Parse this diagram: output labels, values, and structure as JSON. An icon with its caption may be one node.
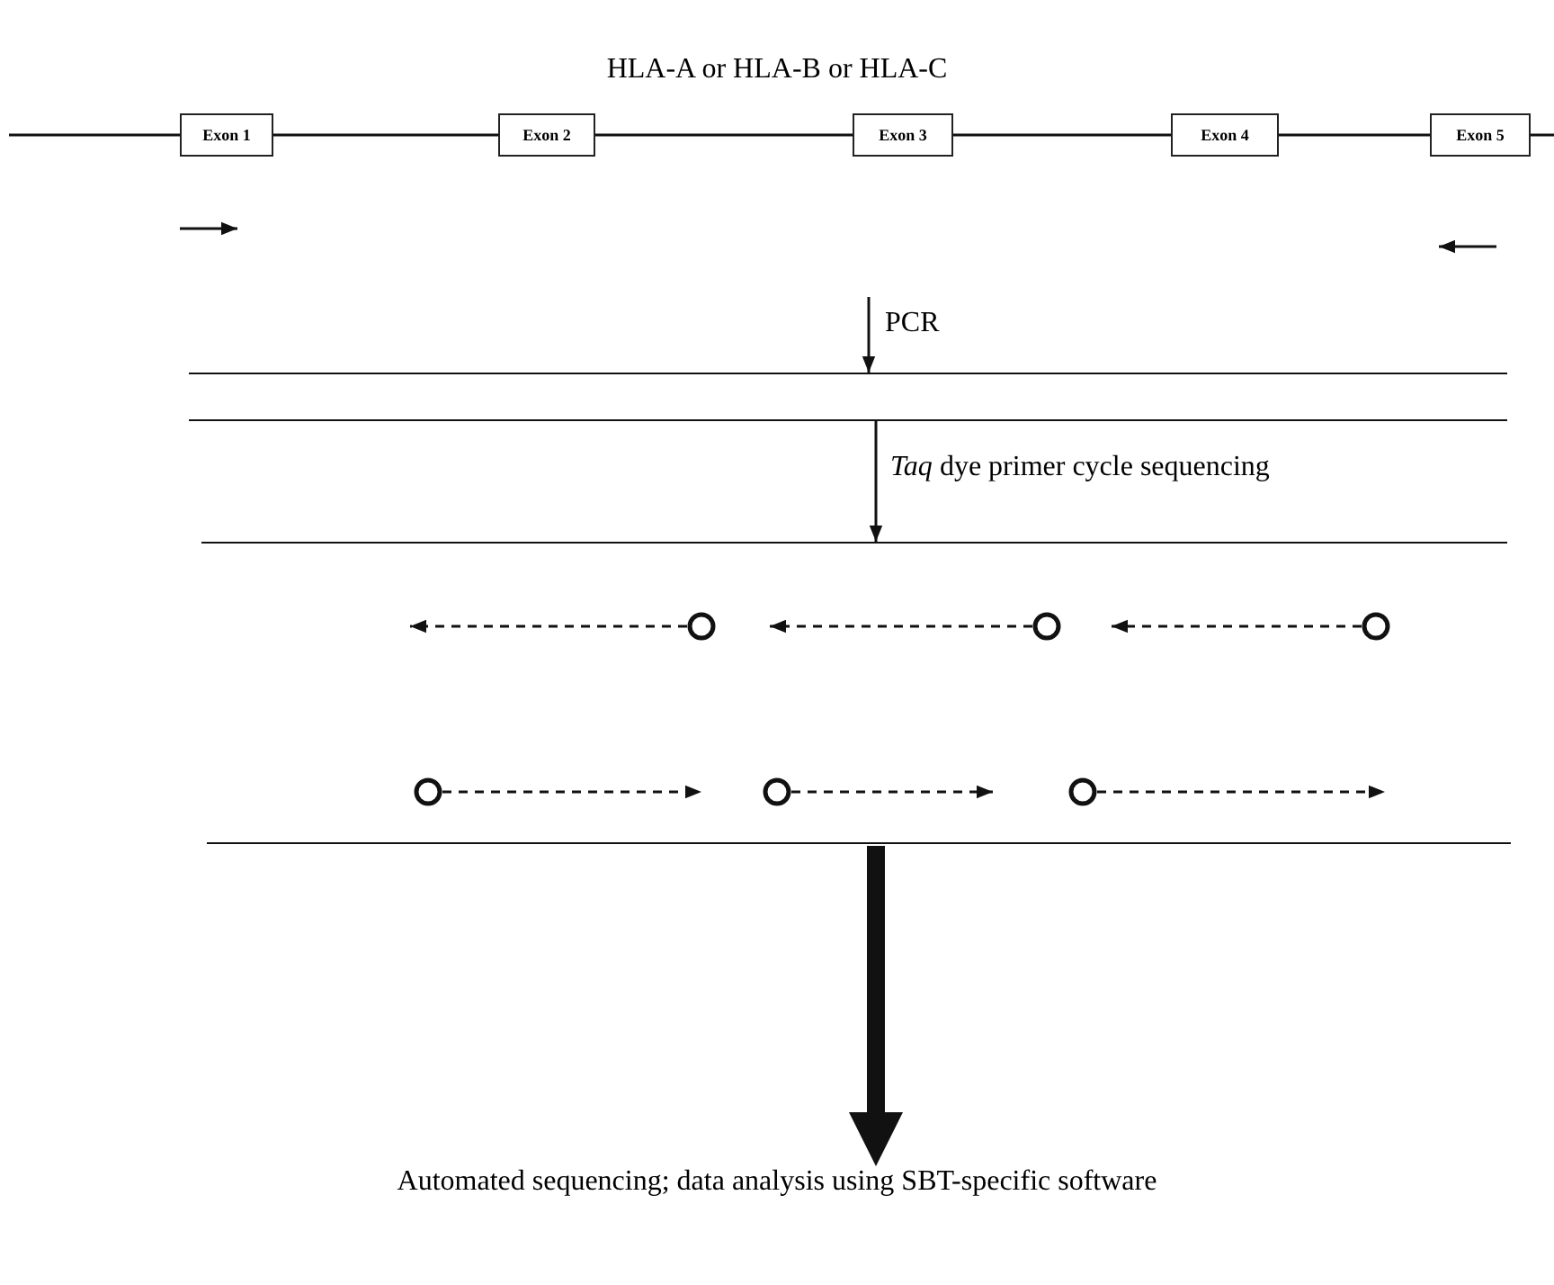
{
  "diagram": {
    "title": "HLA-A or HLA-B or HLA-C",
    "nodes": [
      {
        "text": [
          "Exon 1"
        ]
      },
      {
        "text": [
          "Exon 2"
        ]
      },
      {
        "text": [
          "Exon 3"
        ]
      },
      {
        "text": [
          "Exon 4"
        ]
      },
      {
        "text": [
          "Exon 5"
        ]
      },
      {
        "text": [],
        "shape": "bar"
      },
      {
        "text": [],
        "shape": "bar"
      },
      {
        "text": [],
        "shape": "circle"
      },
      {
        "text": [],
        "shape": "circle"
      },
      {
        "text": [],
        "shape": "circle"
      },
      {
        "text": [],
        "shape": "circle"
      },
      {
        "text": [],
        "shape": "circle"
      },
      {
        "text": [],
        "shape": "circle"
      },
      {
        "text": [],
        "shape": "bar"
      },
      {
        "text": [
          "Automated sequencing; data analysis using SBT-specific software"
        ]
      }
    ],
    "edges": [
      {
        "from": null,
        "to": 0,
        "arrow": "none"
      },
      {
        "from": 0,
        "to": 1,
        "arrow": "none"
      },
      {
        "from": 1,
        "to": 2,
        "arrow": "none"
      },
      {
        "from": 2,
        "to": 3,
        "arrow": "none"
      },
      {
        "from": 3,
        "to": 4,
        "arrow": "none"
      },
      {
        "from": 4,
        "to": null,
        "arrow": "none"
      },
      {
        "from": null,
        "to": 5,
        "arrow": "to",
        "label": "PCR"
      },
      {
        "from": 5,
        "to": 6,
        "arrow": "to",
        "label": "*Taq* dye primer cycle sequencing"
      },
      {
        "from": 7,
        "to": null,
        "arrow": "to",
        "style": "dashed"
      },
      {
        "from": 8,
        "to": null,
        "arrow": "to",
        "style": "dashed"
      },
      {
        "from": 9,
        "to": null,
        "arrow": "to",
        "style": "dashed"
      },
      {
        "from": 10,
        "to": null,
        "arrow": "to",
        "style": "dashed"
      },
      {
        "from": 11,
        "to": null,
        "arrow": "to",
        "style": "dashed"
      },
      {
        "from": 12,
        "to": null,
        "arrow": "to",
        "style": "dashed"
      },
      {
        "from": 13,
        "to": 14,
        "arrow": "to",
        "style": "thick"
      }
    ]
  }
}
